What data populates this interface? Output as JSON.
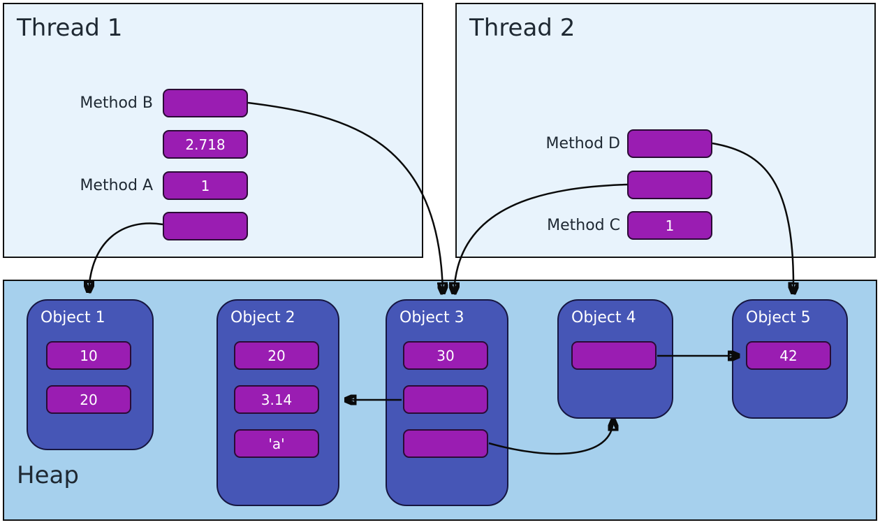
{
  "colors": {
    "thread_background": "#e8f3fc",
    "heap_background": "#a6d0ed",
    "object_background": "#4656b6",
    "slot_background": "#9a1db2",
    "border": "#111111",
    "label_text": "#1e2832",
    "slot_text": "#ffffff"
  },
  "thread1": {
    "title": "Thread 1",
    "rows": [
      {
        "label": "Method B",
        "value": ""
      },
      {
        "label": "",
        "value": "2.718"
      },
      {
        "label": "Method A",
        "value": "1"
      },
      {
        "label": "",
        "value": ""
      }
    ]
  },
  "thread2": {
    "title": "Thread 2",
    "rows": [
      {
        "label": "Method D",
        "value": ""
      },
      {
        "label": "",
        "value": ""
      },
      {
        "label": "Method C",
        "value": "1"
      }
    ]
  },
  "heap": {
    "title": "Heap",
    "objects": [
      {
        "title": "Object 1",
        "slots": [
          "10",
          "20"
        ]
      },
      {
        "title": "Object 2",
        "slots": [
          "20",
          "3.14",
          "'a'"
        ]
      },
      {
        "title": "Object 3",
        "slots": [
          "30",
          "",
          ""
        ]
      },
      {
        "title": "Object 4",
        "slots": [
          ""
        ]
      },
      {
        "title": "Object 5",
        "slots": [
          "42"
        ]
      }
    ]
  },
  "arrows": [
    {
      "from": "thread1-method-b-slot",
      "to": "object-3-top"
    },
    {
      "from": "thread1-bottom-slot",
      "to": "object-1-top"
    },
    {
      "from": "thread2-middle-slot",
      "to": "object-3-top"
    },
    {
      "from": "thread2-method-d-slot",
      "to": "object-5-top"
    },
    {
      "from": "object3-middle-slot",
      "to": "object-2-slot-3.14"
    },
    {
      "from": "object3-bottom-slot",
      "to": "object-4-bottom"
    },
    {
      "from": "object4-slot",
      "to": "object-5-slot-42"
    }
  ]
}
